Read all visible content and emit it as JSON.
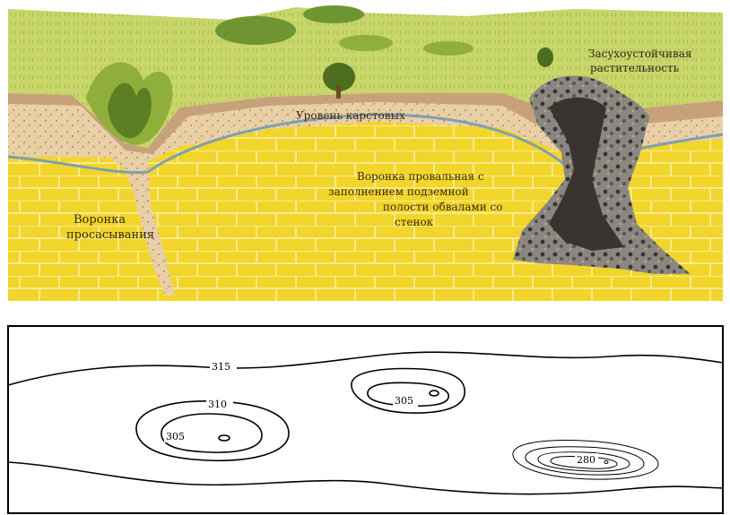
{
  "cross_section": {
    "labels": {
      "suffosion_sinkhole": [
        "Воронка",
        "просасывания"
      ],
      "collapse_sinkhole": [
        "Воронка провальная с",
        "заполнением подземной",
        "полости обвалами со",
        "стенок"
      ],
      "water_table": "Уровень карстовых",
      "vegetation": [
        "Засухоустойчивая",
        "растительность"
      ]
    }
  },
  "contour_map": {
    "contour_values": [
      "315",
      "310",
      "305",
      "305",
      "280"
    ]
  },
  "colors": {
    "limestone": "#f1d52a",
    "brick_line": "#f7ea8f",
    "grass": "#c8d66a",
    "grass_dark": "#8fae3c",
    "soil": "#c7a17a",
    "loam": "#e9cfa6",
    "groundwater_line": "#7f9fb0",
    "contour_line": "#000000"
  }
}
